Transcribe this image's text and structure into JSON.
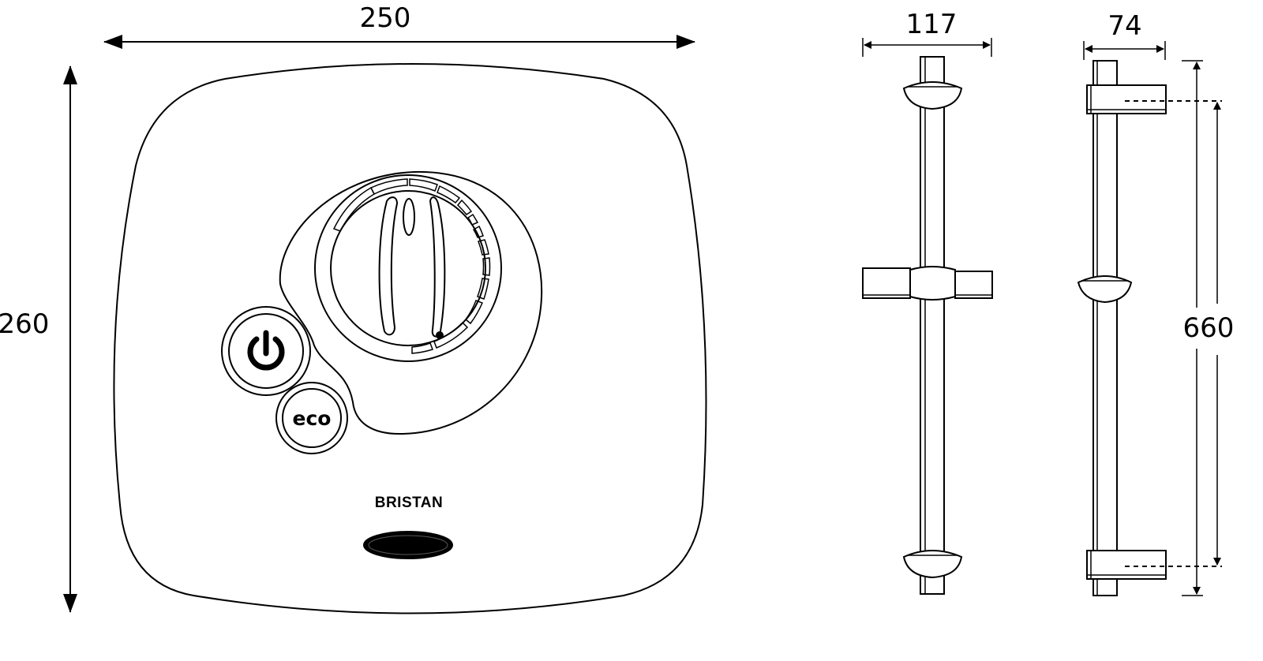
{
  "dimensions": {
    "panel_width": "250",
    "panel_height": "260",
    "rail_front_width": "117",
    "rail_side_depth": "74",
    "rail_height": "660"
  },
  "panel": {
    "brand_label": "BRISTAN",
    "eco_button_label": "eco",
    "power_icon": "power-icon"
  },
  "colors": {
    "line": "#000000",
    "background": "#ffffff"
  }
}
